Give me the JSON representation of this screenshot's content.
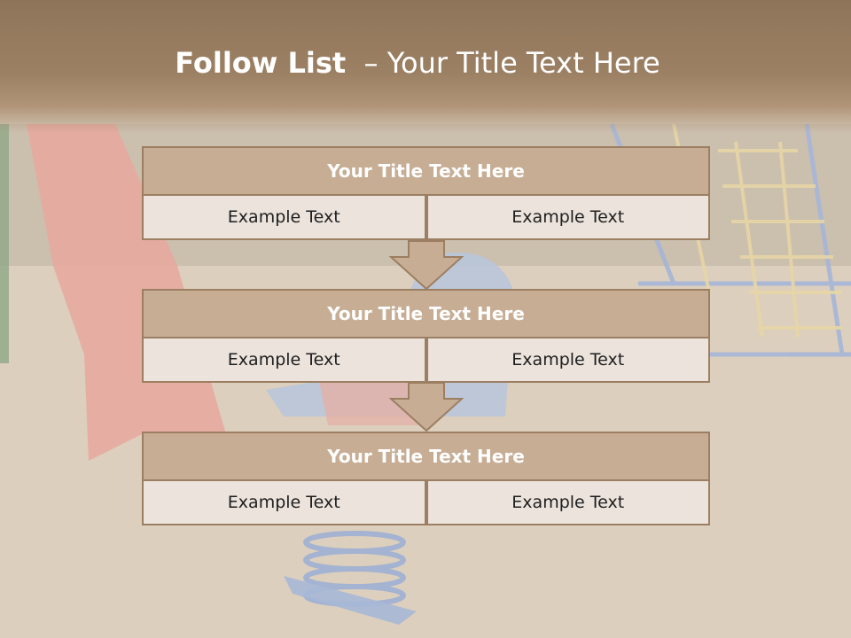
{
  "slide": {
    "title_bold": "Follow List",
    "title_rest": "– Your Title Text Here"
  },
  "rows": [
    {
      "title": "Your Title Text Here",
      "left": "Example Text",
      "right": "Example Text"
    },
    {
      "title": "Your Title Text Here",
      "left": "Example Text",
      "right": "Example Text"
    },
    {
      "title": "Your Title Text Here",
      "left": "Example Text",
      "right": "Example Text"
    }
  ],
  "colors": {
    "accent": "#c7ad94",
    "border": "#9c7f62",
    "cell": "#ebe3dc",
    "header": "#9c8064"
  },
  "icons": [
    "down-arrow-icon",
    "down-arrow-icon"
  ]
}
